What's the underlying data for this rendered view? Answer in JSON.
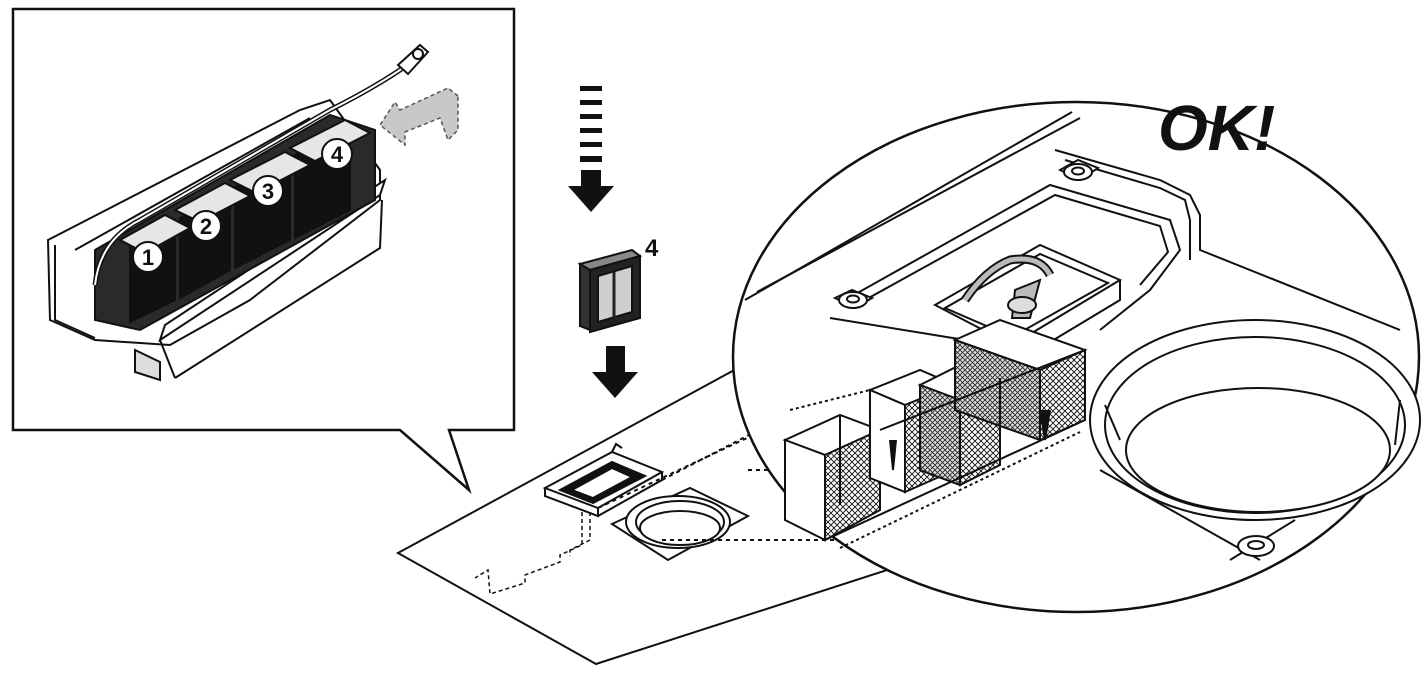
{
  "callout": {
    "compartment_labels": [
      "1",
      "2",
      "3",
      "4"
    ]
  },
  "center": {
    "cartridge_label": "4"
  },
  "zoom": {
    "status_text": "OK!"
  },
  "colors": {
    "line": "#111111",
    "shade": "#cfcfcf",
    "dark": "#1a1a1a",
    "background": "#ffffff"
  }
}
